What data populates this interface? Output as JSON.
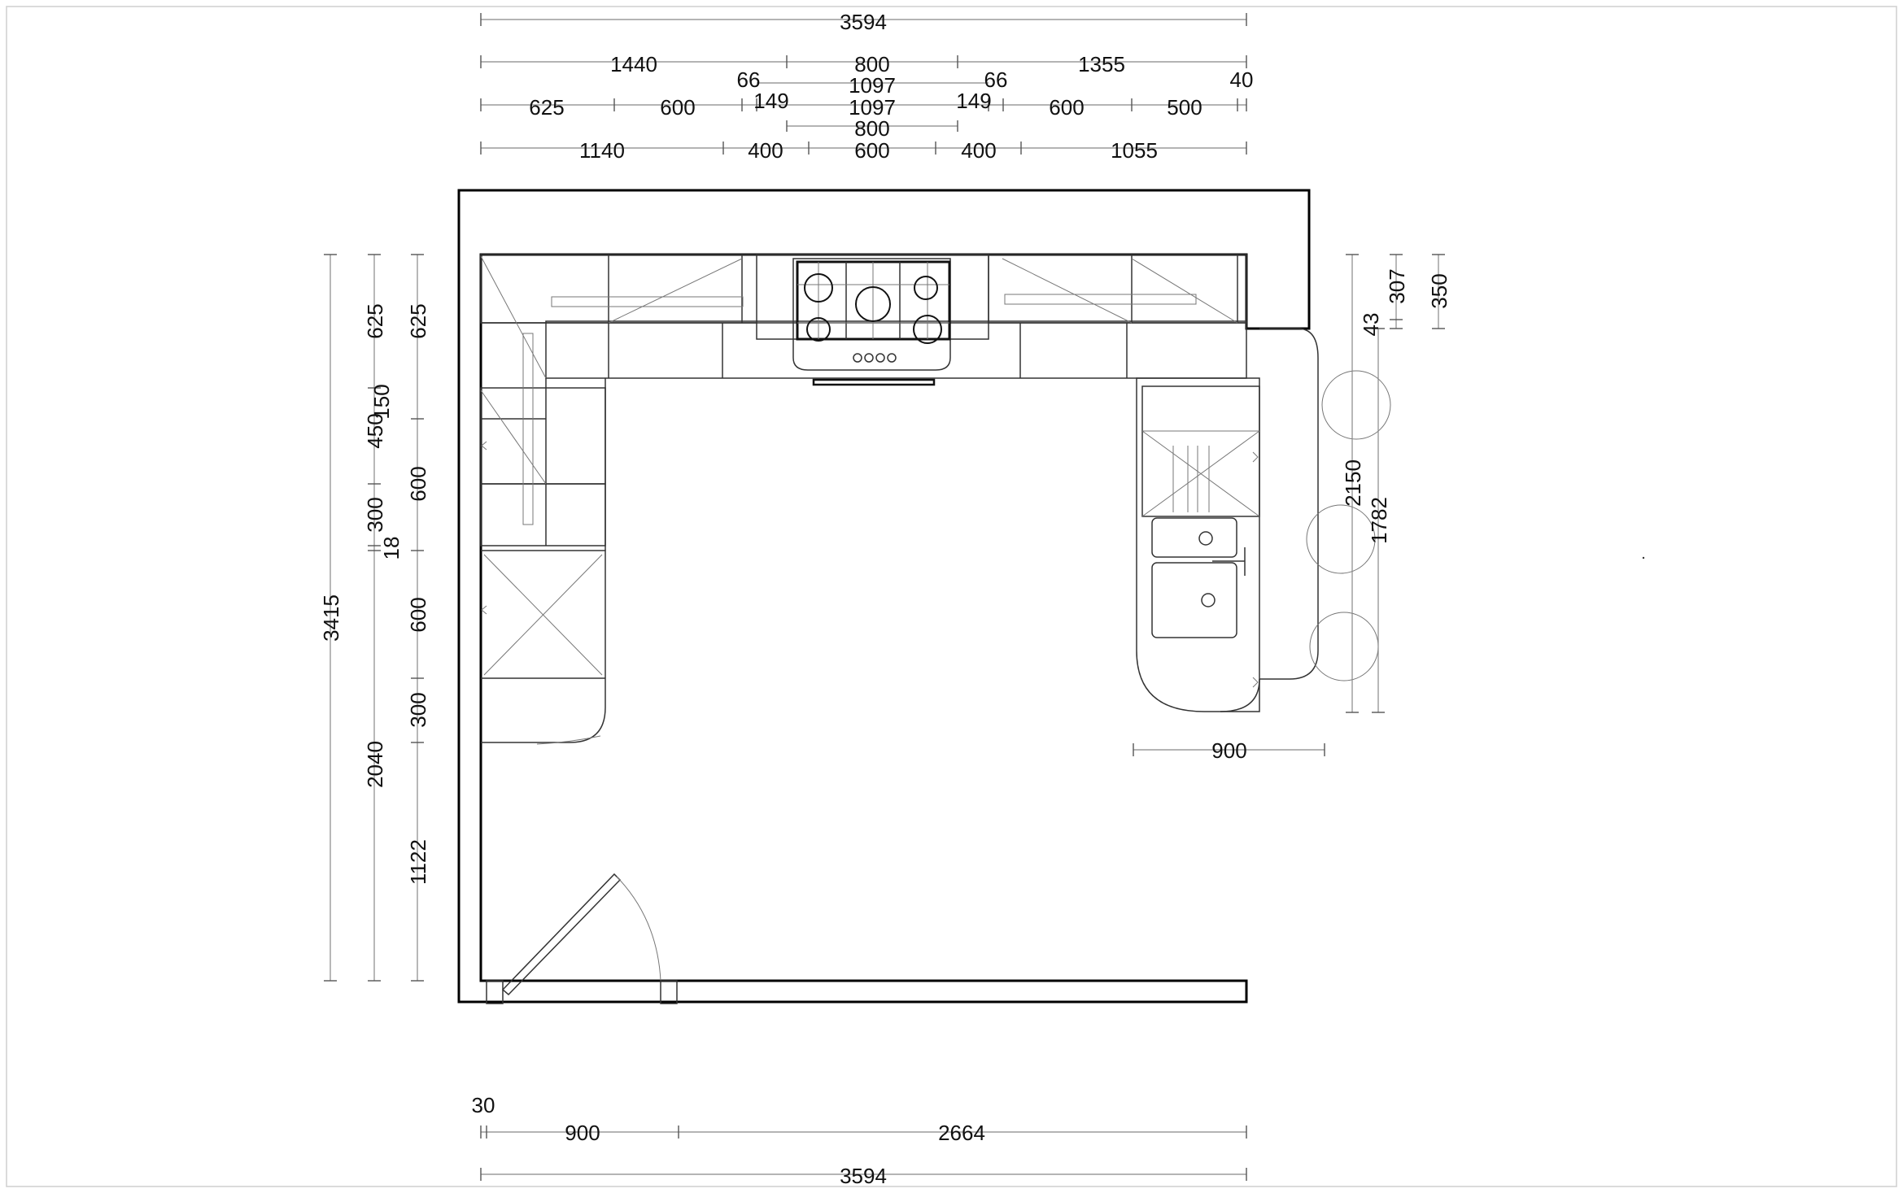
{
  "diagram": {
    "labels": {
      "top_overall": "3594",
      "row1": [
        "1440",
        "800",
        "1355"
      ],
      "row2_upper": [
        "66",
        "1097",
        "66",
        "40"
      ],
      "row2": [
        "625",
        "600",
        "149",
        "1097",
        "149",
        "600",
        "500"
      ],
      "row2_lower": [
        "800"
      ],
      "row3": [
        "1140",
        "400",
        "600",
        "400",
        "1055"
      ],
      "left_outer": "3415",
      "left_mid": [
        "625",
        "450",
        "150",
        "300",
        "18",
        "2040"
      ],
      "left_inner": [
        "625",
        "600",
        "600",
        "300",
        "1122"
      ],
      "right": [
        "307",
        "350",
        "43",
        "2150",
        "1782"
      ],
      "peninsula_width": "900",
      "bottom_row": [
        "30",
        "900",
        "2664"
      ],
      "bottom_overall": "3594"
    }
  }
}
